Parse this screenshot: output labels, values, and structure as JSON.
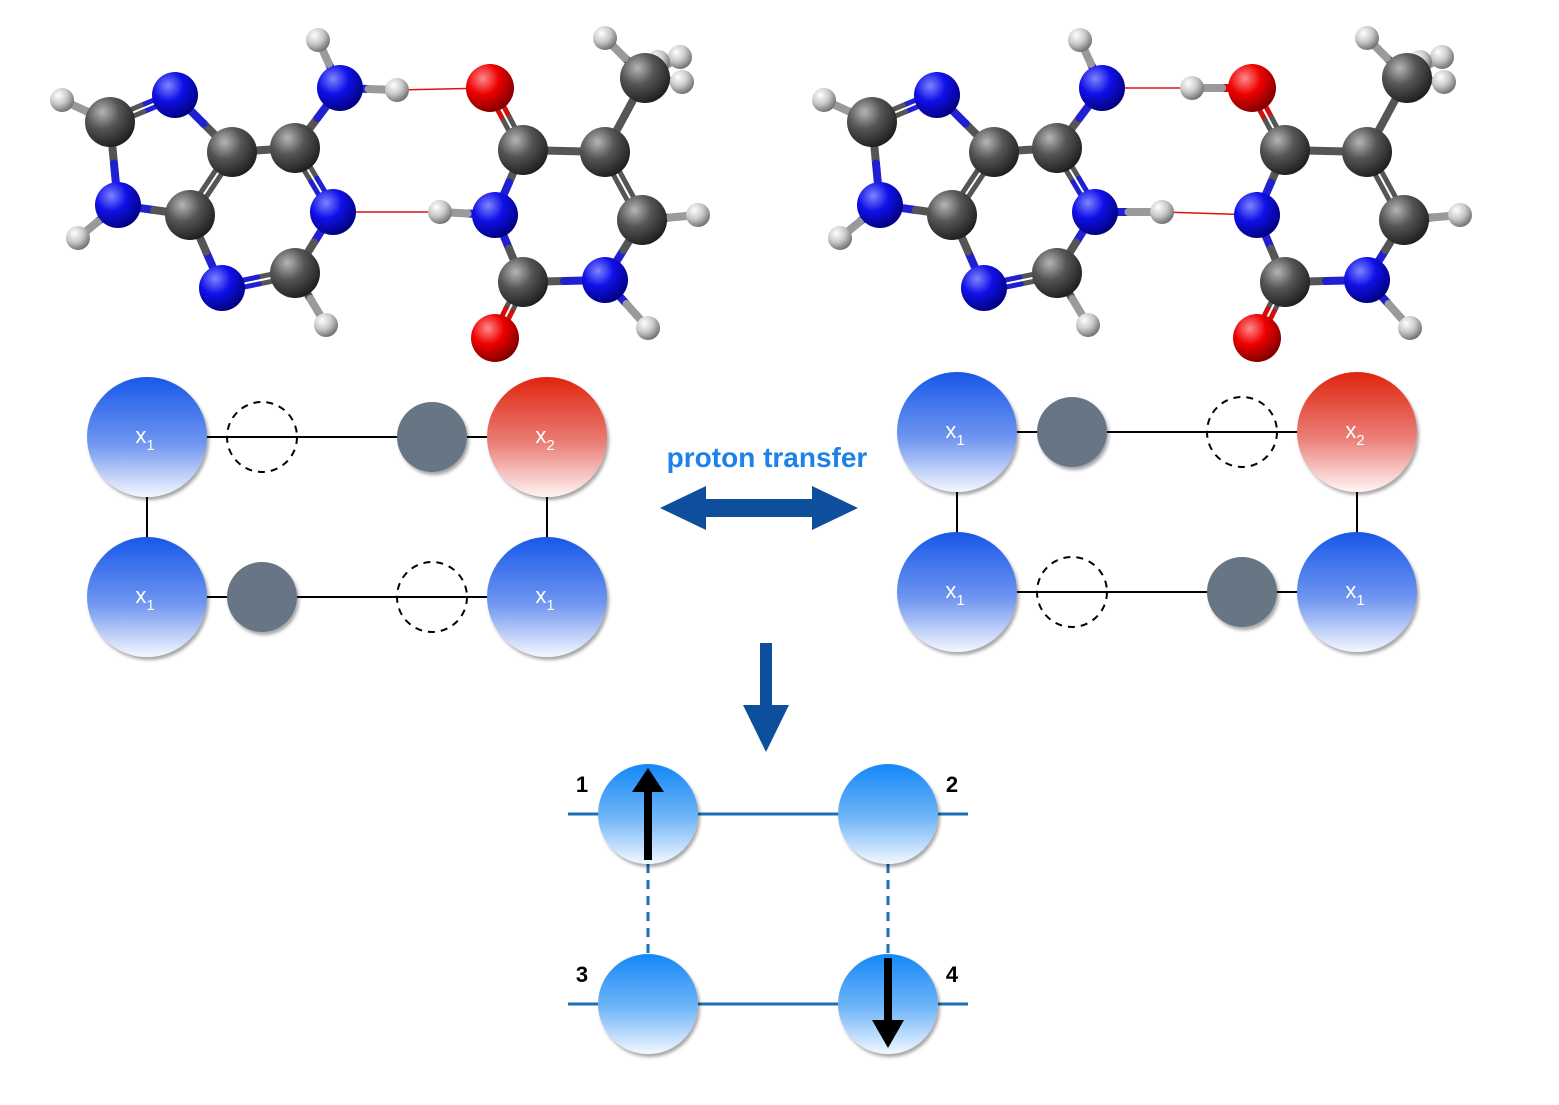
{
  "process_label": "proton transfer",
  "colors": {
    "hydrogen": "#d8d8d8",
    "carbon": "#4a4a4a",
    "nitrogen": "#1010e0",
    "oxygen": "#e00000",
    "hbond": "#e01010",
    "site_x1": "#1f5fe8",
    "site_x2": "#e02a1a",
    "proton": "#687585",
    "arrow": "#0d4f9c",
    "lattice": "#1a6fb8",
    "lattice_site": "#1b8ef5"
  },
  "left_state": {
    "sites": [
      {
        "sym": "x",
        "sub": "1",
        "kind": "x1"
      },
      {
        "sym": "x",
        "sub": "2",
        "kind": "x2"
      },
      {
        "sym": "x",
        "sub": "1",
        "kind": "x1"
      },
      {
        "sym": "x",
        "sub": "1",
        "kind": "x1"
      }
    ]
  },
  "right_state": {
    "sites": [
      {
        "sym": "x",
        "sub": "1",
        "kind": "x1"
      },
      {
        "sym": "x",
        "sub": "2",
        "kind": "x2"
      },
      {
        "sym": "x",
        "sub": "1",
        "kind": "x1"
      },
      {
        "sym": "x",
        "sub": "1",
        "kind": "x1"
      }
    ]
  },
  "lattice": {
    "sites": [
      {
        "label": "1",
        "spin": "up"
      },
      {
        "label": "2",
        "spin": "none"
      },
      {
        "label": "3",
        "spin": "none"
      },
      {
        "label": "4",
        "spin": "down"
      }
    ]
  }
}
